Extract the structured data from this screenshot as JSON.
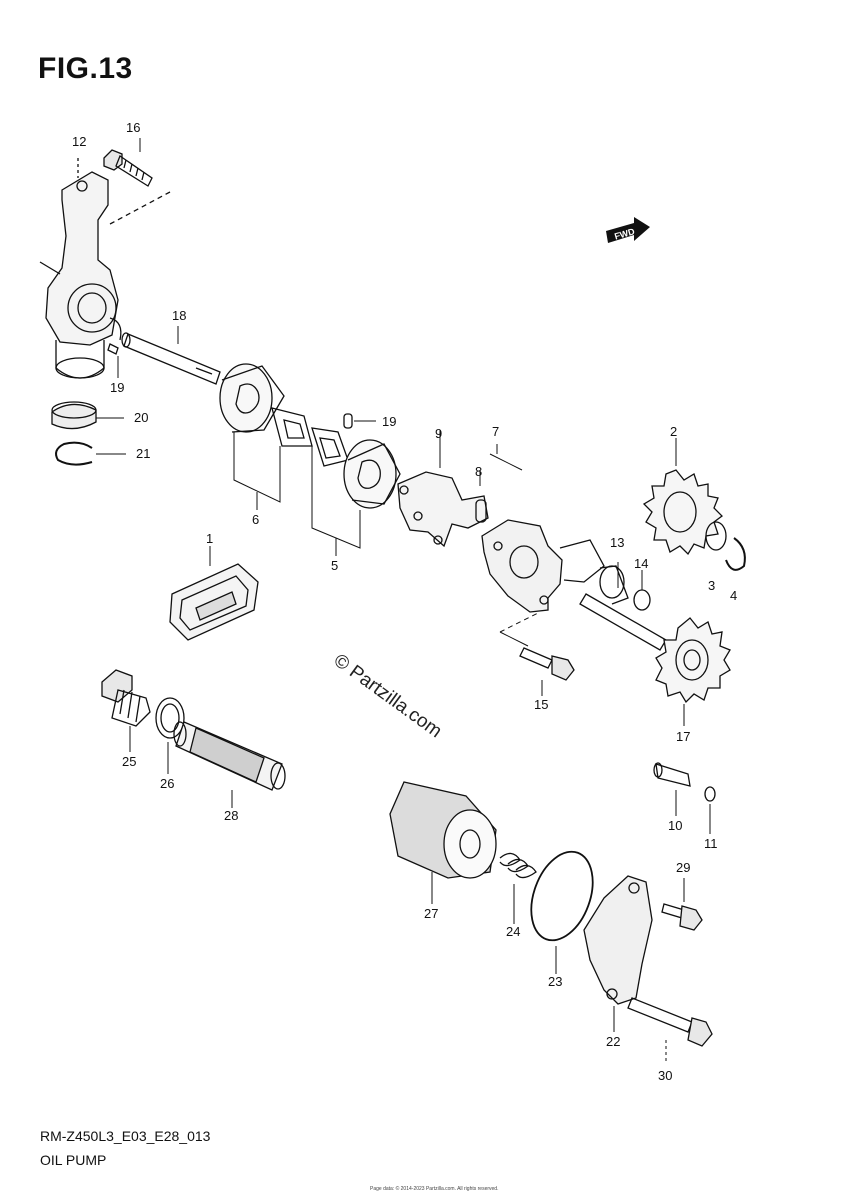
{
  "figure": {
    "title": "FIG.13",
    "model_code": "RM-Z450L3_E03_E28_013",
    "section": "OIL PUMP",
    "fine_print": "Page data: © 2014-2023 Partzilla.com. All rights reserved.",
    "watermark": "© Partzilla.com",
    "direction_badge": "FWD"
  },
  "callouts": [
    {
      "num": "1"
    },
    {
      "num": "2"
    },
    {
      "num": "3"
    },
    {
      "num": "4"
    },
    {
      "num": "5"
    },
    {
      "num": "6"
    },
    {
      "num": "7"
    },
    {
      "num": "8"
    },
    {
      "num": "9"
    },
    {
      "num": "10"
    },
    {
      "num": "11"
    },
    {
      "num": "12"
    },
    {
      "num": "13"
    },
    {
      "num": "14"
    },
    {
      "num": "15"
    },
    {
      "num": "16"
    },
    {
      "num": "17"
    },
    {
      "num": "18"
    },
    {
      "num": "19"
    },
    {
      "num": "19"
    },
    {
      "num": "20"
    },
    {
      "num": "21"
    },
    {
      "num": "22"
    },
    {
      "num": "23"
    },
    {
      "num": "24"
    },
    {
      "num": "25"
    },
    {
      "num": "26"
    },
    {
      "num": "27"
    },
    {
      "num": "28"
    },
    {
      "num": "29"
    },
    {
      "num": "30"
    }
  ]
}
